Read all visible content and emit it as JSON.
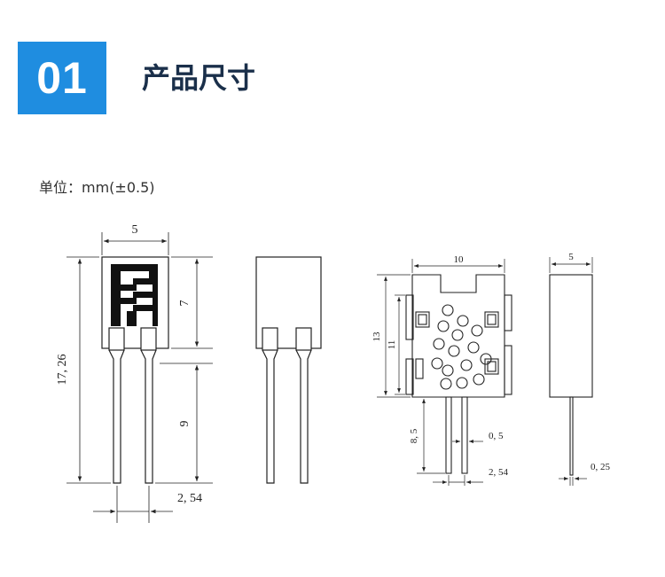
{
  "header": {
    "number": "01",
    "title": "产品尺寸"
  },
  "unit_label": "单位：mm(±0.5)",
  "views": {
    "front": {
      "width": "5",
      "total_height": "17, 26",
      "body_height": "7",
      "pin_length": "9",
      "pin_pitch": "2, 54"
    },
    "module": {
      "width": "10",
      "outer_height": "13",
      "inner_height": "11",
      "pin_length": "8, 5",
      "pin_width": "0, 5",
      "pin_pitch": "2, 54"
    },
    "side": {
      "thickness": "5",
      "pin_thickness": "0, 25"
    }
  },
  "colors": {
    "badge": "#1f8de0",
    "title": "#1a2f4a"
  }
}
